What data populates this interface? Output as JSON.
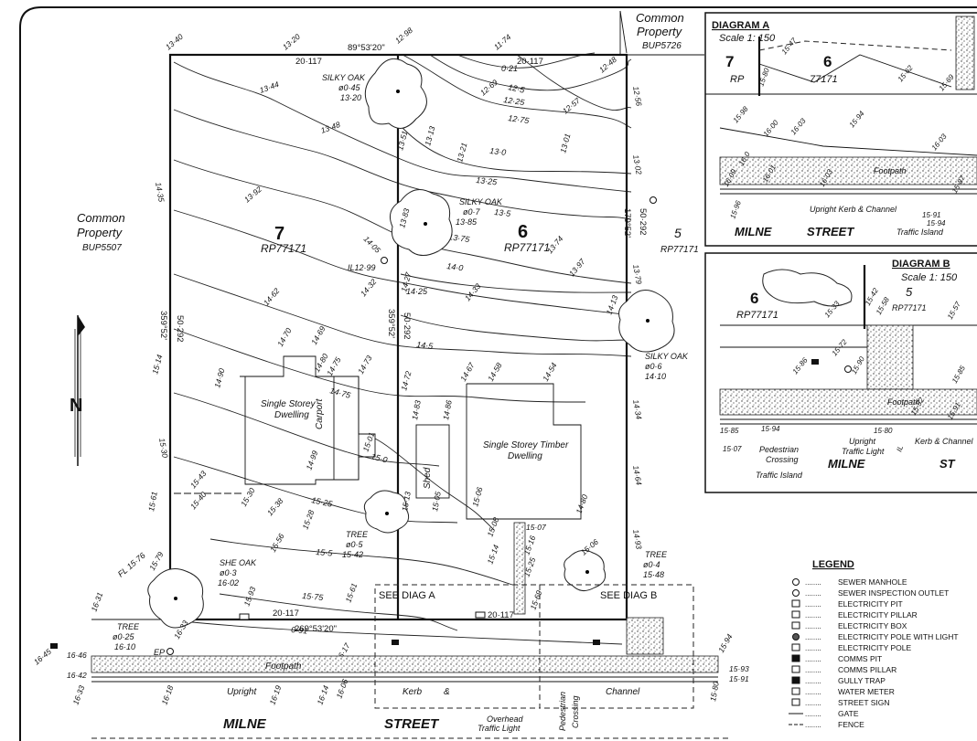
{
  "lots": {
    "lot7": {
      "number": "7",
      "plan": "RP77171"
    },
    "lot6": {
      "number": "6",
      "plan": "RP77171"
    },
    "lot5": {
      "number": "5",
      "plan": "RP77171"
    }
  },
  "common_left": {
    "line1": "Common",
    "line2": "Property",
    "plan": "BUP5507"
  },
  "common_top": {
    "line1": "Common",
    "line2": "Property",
    "plan": "BUP5726"
  },
  "bearings": {
    "top": "89°53'20\"",
    "bottom": "269°53'20\"",
    "left": "359°52'",
    "middle": "359°52'",
    "right": "179°52'",
    "top_dist_7": "20·117",
    "top_dist_6": "20·117",
    "bottom_dist_7": "20·117",
    "bottom_dist_6": "20·117",
    "left_dist": "50·292",
    "middle_dist": "50·292",
    "right_dist": "50·292"
  },
  "buildings": {
    "dwelling7_1": "Single Storey",
    "dwelling7_2": "Dwelling",
    "carport": "Carport",
    "shed": "Shed",
    "dwelling6_1": "Single Storey Timber",
    "dwelling6_2": "Dwelling"
  },
  "trees": {
    "silky_oak_1": [
      "SILKY OAK",
      "ø0·45",
      "13·20"
    ],
    "silky_oak_2": [
      "SILKY OAK",
      "ø0·7",
      "13·85"
    ],
    "silky_oak_3": [
      "SILKY OAK",
      "ø0·6",
      "14·10"
    ],
    "tree_mid": [
      "TREE",
      "ø0·5",
      "15·42"
    ],
    "tree_right": [
      "TREE",
      "ø0·4",
      "15·48"
    ],
    "she_oak": [
      "SHE OAK",
      "ø0·3",
      "16·02"
    ],
    "tree_left": [
      "TREE",
      "ø0·25",
      "16·10"
    ]
  },
  "markers": {
    "il": "IL12·99",
    "ep": "EP",
    "fl": "FL 15·76"
  },
  "street": {
    "name1": "MILNE",
    "name2": "STREET",
    "footpath": "Footpath",
    "upright": "Upright",
    "kerb": "Kerb",
    "amp": "&",
    "channel": "Channel",
    "overhead1": "Overhead",
    "overhead2": "Traffic Light",
    "pedestrian1": "Pedestrian",
    "pedestrian2": "Crossing",
    "see_a": "SEE  DIAG  A",
    "see_b": "SEE  DIAG  B"
  },
  "spot_levels": [
    "13·40",
    "13·20",
    "12·98",
    "11·74",
    "12·48",
    "13·44",
    "13·48",
    "13·51",
    "13·13",
    "13·21",
    "13·01",
    "12·56",
    "13·02",
    "12·69",
    "12·57",
    "13·92",
    "13·83",
    "13·74",
    "13·79",
    "14·35",
    "14·05",
    "14·32",
    "14·27",
    "14·33",
    "13·97",
    "14·62",
    "14·13",
    "14·70",
    "14·69",
    "14·80",
    "14·75",
    "14·73",
    "14·90",
    "14·72",
    "14·67",
    "14·58",
    "14·54",
    "14·83",
    "14·86",
    "14·34",
    "15·14",
    "15·30",
    "14·99",
    "15·01",
    "15·13",
    "15·05",
    "15·06",
    "14·64",
    "15·43",
    "15·40",
    "15·30",
    "15·38",
    "15·28",
    "15·08",
    "15·07",
    "14·80",
    "15·61",
    "15·56",
    "15·14",
    "15·16",
    "15·06",
    "14·93",
    "15·79",
    "15·25",
    "15·69",
    "15·93",
    "15·61",
    "16·31",
    "16·33",
    "16·46",
    "16·42",
    "16·33",
    "16·18",
    "16·19",
    "16·14",
    "16·06",
    "16·17",
    "15·94",
    "15·93",
    "15·91",
    "15·80",
    "16·45"
  ],
  "contours": [
    "12·5",
    "12·75",
    "0·21",
    "12·25",
    "13·0",
    "13·25",
    "13·5",
    "13·75",
    "14·0",
    "14·25",
    "14·5",
    "14·75",
    "15·0",
    "15·25",
    "15·5",
    "15·75",
    "0·91"
  ],
  "diagram_a": {
    "title": "DIAGRAM  A",
    "scale": "Scale 1: 150",
    "lot_left": "7",
    "lot_right": "6",
    "rp": "RP",
    "plan": "77171",
    "levels": [
      "15·47",
      "15·80",
      "15·62",
      "15·69",
      "15·98",
      "16·00",
      "16·03",
      "15·94",
      "16·03",
      "16·09",
      "16·01",
      "16·03",
      "16·0",
      "15·87",
      "15·96",
      "15·91",
      "15·94"
    ],
    "footpath": "Footpath",
    "kerb": "Upright Kerb & Channel",
    "street1": "MILNE",
    "street2": "STREET",
    "island": "Traffic Island"
  },
  "diagram_b": {
    "title": "DIAGRAM  B",
    "scale": "Scale 1: 150",
    "lot_left": "6",
    "plan_left": "RP77171",
    "lot_right": "5",
    "plan_right": "RP77171",
    "levels": [
      "15·42",
      "15·58",
      "15·57",
      "15·33",
      "15·72",
      "15·86",
      "15·90",
      "15·85",
      "15·52",
      "15·91",
      "15·85",
      "15·94",
      "15·80",
      "15·07"
    ],
    "footpath": "Footpath",
    "upright": "Upright",
    "traffic_light": "Traffic Light",
    "kerb": "Kerb & Channel",
    "ped1": "Pedestrian",
    "ped2": "Crossing",
    "island": "Traffic Island",
    "street1": "MILNE",
    "street2": "ST",
    "il": "IL"
  },
  "legend": {
    "title": "LEGEND",
    "items": [
      {
        "icon": "sewer-manhole-icon",
        "label": "SEWER MANHOLE"
      },
      {
        "icon": "sewer-inspection-icon",
        "label": "SEWER INSPECTION OUTLET"
      },
      {
        "icon": "electricity-pit-icon",
        "label": "ELECTRICITY PIT"
      },
      {
        "icon": "electricity-pillar-icon",
        "label": "ELECTRICITY PILLAR"
      },
      {
        "icon": "electricity-box-icon",
        "label": "ELECTRICITY BOX"
      },
      {
        "icon": "pole-light-icon",
        "label": "ELECTRICITY POLE WITH LIGHT"
      },
      {
        "icon": "electricity-pole-icon",
        "label": "ELECTRICITY POLE"
      },
      {
        "icon": "comms-pit-icon",
        "label": "COMMS PIT"
      },
      {
        "icon": "comms-pillar-icon",
        "label": "COMMS PILLAR"
      },
      {
        "icon": "gully-trap-icon",
        "label": "GULLY TRAP"
      },
      {
        "icon": "water-meter-icon",
        "label": "WATER METER"
      },
      {
        "icon": "street-sign-icon",
        "label": "STREET SIGN"
      },
      {
        "icon": "gate-icon",
        "label": "GATE"
      },
      {
        "icon": "fence-icon",
        "label": "FENCE"
      }
    ]
  },
  "north": "N"
}
